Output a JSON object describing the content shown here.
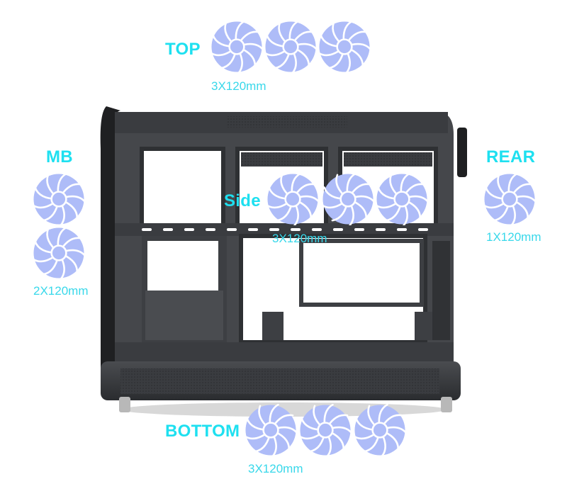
{
  "colors": {
    "label": "#1ee0f0",
    "fan_fill": "#aebcf8",
    "fan_stroke": "#ffffff",
    "case_body": "#3f4145",
    "case_dark": "#2b2d30"
  },
  "groups": {
    "top": {
      "label": "TOP",
      "spec": "3X120mm"
    },
    "mb": {
      "label": "MB",
      "spec": "2X120mm"
    },
    "side": {
      "label": "Side",
      "spec": "3X120mm"
    },
    "rear": {
      "label": "REAR",
      "spec": "1X120mm"
    },
    "bottom": {
      "label": "BOTTOM",
      "spec": "3X120mm"
    }
  },
  "fan_icon": "fan-icon"
}
